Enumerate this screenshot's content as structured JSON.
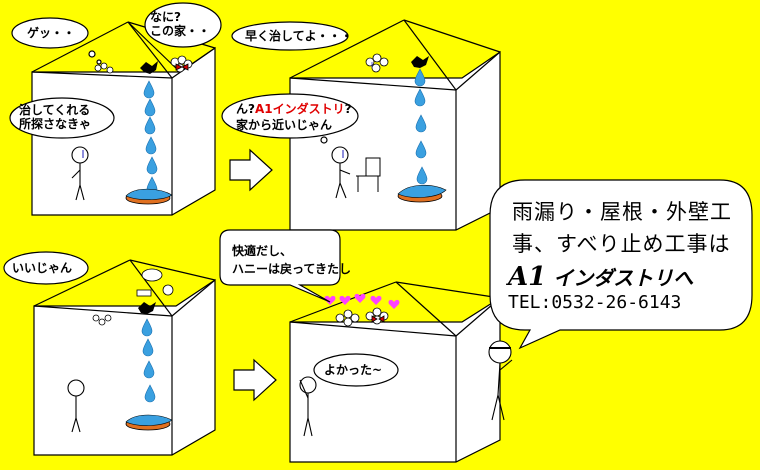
{
  "panels": {
    "p1": {
      "bubble_top_left": "ゲッ・・",
      "bubble_top_right_1": "なに?",
      "bubble_top_right_2": "この家・・",
      "bubble_person_1": "治してくれる",
      "bubble_person_2": "所探さなきゃ"
    },
    "p2": {
      "bubble_top": "早く治してよ・・・",
      "bubble_mid_prefix": "ん?",
      "bubble_mid_brand": "A1インダストリ",
      "bubble_mid_suffix": "?",
      "bubble_mid_2": "家から近いじゃん"
    },
    "p3": {
      "bubble_left": "いいじゃん"
    },
    "p4": {
      "bubble_top_1": "快適だし、",
      "bubble_top_2": "ハニーは戻ってきたし",
      "bubble_inside": "よかった~"
    }
  },
  "ad": {
    "line1": "雨漏り・屋根・外壁工",
    "line2": "事、すべり止め工事は",
    "company_a1": "A1",
    "company_rest": " インダストリへ",
    "tel": "TEL:0532-26-6143"
  },
  "colors": {
    "background": "#ffff00",
    "water": "#3aa0e0",
    "bucket": "#e07020",
    "hearts": "#ff40ff",
    "brand_red": "#e00000"
  }
}
